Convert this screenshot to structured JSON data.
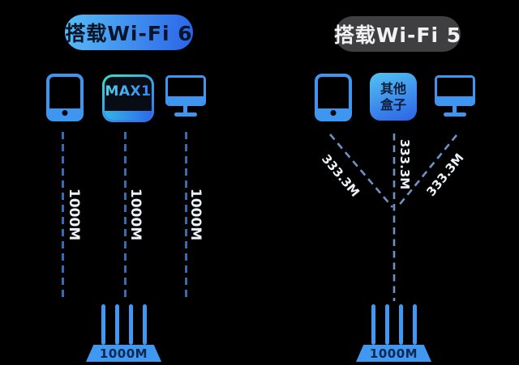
{
  "panels": {
    "left": {
      "badge": "搭载Wi-Fi 6",
      "box_label": "MAX1",
      "link_labels": [
        "1000M",
        "1000M",
        "1000M"
      ],
      "router_label": "1000M"
    },
    "right": {
      "badge": "搭载Wi-Fi 5",
      "box_label_line1": "其他",
      "box_label_line2": "盒子",
      "link_labels": [
        "333.3M",
        "333.3M",
        "333.3M"
      ],
      "router_label": "1000M"
    }
  },
  "colors": {
    "background": "#000000",
    "device_blue": "#3f96f0",
    "router_blue": "#4198f1",
    "wifi6_badge_gradient_from": "#58bdf5",
    "wifi6_badge_gradient_to": "#2a63e8",
    "wifi5_badge_bg": "#3f3f41",
    "left_dash": "#3a6ab2",
    "right_dash": "#6f92c4",
    "label_text": "#edf2f8"
  }
}
